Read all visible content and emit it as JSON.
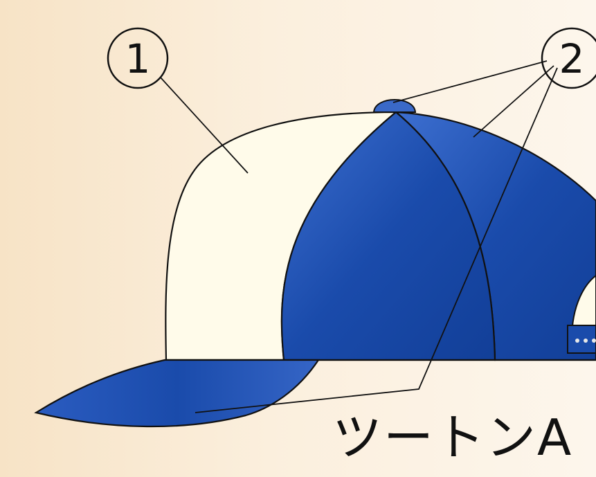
{
  "callouts": {
    "one": "1",
    "two": "2"
  },
  "caption": "ツートンA",
  "colors": {
    "background": "#f8e8d0",
    "cream_panel": "#fffbea",
    "blue_panel": "#1e4fb0",
    "outline": "#111111"
  }
}
